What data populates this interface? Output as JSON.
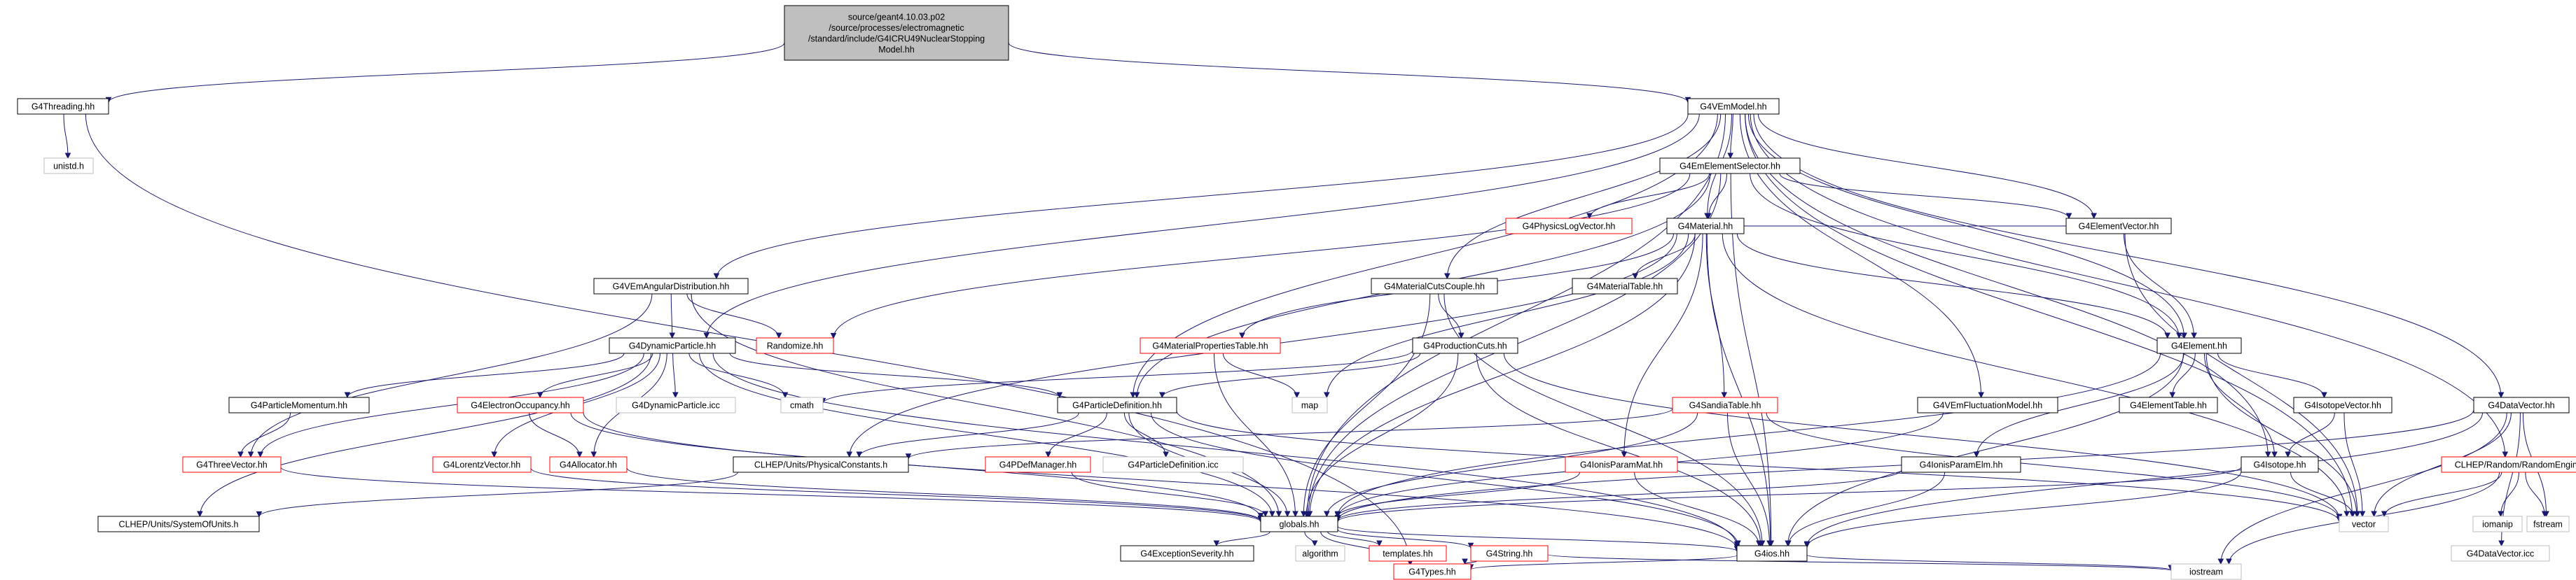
{
  "nodes": {
    "model": {
      "lines": [
        "source/geant4.10.03.p02",
        "/source/processes/electromagnetic",
        "/standard/include/G4ICRU49NuclearStopping",
        "Model.hh"
      ],
      "style": "focus"
    },
    "threading": {
      "lines": [
        "G4Threading.hh"
      ],
      "style": "black"
    },
    "unistd": {
      "lines": [
        "unistd.h"
      ],
      "style": "gray"
    },
    "vemmodel": {
      "lines": [
        "G4VEmModel.hh"
      ],
      "style": "black"
    },
    "emelemsel": {
      "lines": [
        "G4EmElementSelector.hh"
      ],
      "style": "black"
    },
    "physlog": {
      "lines": [
        "G4PhysicsLogVector.hh"
      ],
      "style": "red"
    },
    "material": {
      "lines": [
        "G4Material.hh"
      ],
      "style": "black"
    },
    "angdist": {
      "lines": [
        "G4VEmAngularDistribution.hh"
      ],
      "style": "black"
    },
    "randomize": {
      "lines": [
        "Randomize.hh"
      ],
      "style": "red"
    },
    "matcuts": {
      "lines": [
        "G4MaterialCutsCouple.hh"
      ],
      "style": "black"
    },
    "mattable": {
      "lines": [
        "G4MaterialTable.hh"
      ],
      "style": "black"
    },
    "elemvec": {
      "lines": [
        "G4ElementVector.hh"
      ],
      "style": "black"
    },
    "dynpart": {
      "lines": [
        "G4DynamicParticle.hh"
      ],
      "style": "black"
    },
    "matprop": {
      "lines": [
        "G4MaterialPropertiesTable.hh"
      ],
      "style": "red"
    },
    "prodcuts": {
      "lines": [
        "G4ProductionCuts.hh"
      ],
      "style": "black"
    },
    "element": {
      "lines": [
        "G4Element.hh"
      ],
      "style": "black"
    },
    "partmom": {
      "lines": [
        "G4ParticleMomentum.hh"
      ],
      "style": "black"
    },
    "elocc": {
      "lines": [
        "G4ElectronOccupancy.hh"
      ],
      "style": "red"
    },
    "dynicc": {
      "lines": [
        "G4DynamicParticle.icc"
      ],
      "style": "gray"
    },
    "cmath": {
      "lines": [
        "cmath"
      ],
      "style": "gray"
    },
    "map": {
      "lines": [
        "map"
      ],
      "style": "gray"
    },
    "partdef": {
      "lines": [
        "G4ParticleDefinition.hh"
      ],
      "style": "black"
    },
    "sandia": {
      "lines": [
        "G4SandiaTable.hh"
      ],
      "style": "red"
    },
    "fluct": {
      "lines": [
        "G4VEmFluctuationModel.hh"
      ],
      "style": "black"
    },
    "elemtable": {
      "lines": [
        "G4ElementTable.hh"
      ],
      "style": "black"
    },
    "isovec": {
      "lines": [
        "G4IsotopeVector.hh"
      ],
      "style": "black"
    },
    "threevec": {
      "lines": [
        "G4ThreeVector.hh"
      ],
      "style": "red"
    },
    "lorentz": {
      "lines": [
        "G4LorentzVector.hh"
      ],
      "style": "red"
    },
    "allocator": {
      "lines": [
        "G4Allocator.hh"
      ],
      "style": "red"
    },
    "physconst": {
      "lines": [
        "CLHEP/Units/PhysicalConstants.h"
      ],
      "style": "black"
    },
    "pdgmgr": {
      "lines": [
        "G4PDefManager.hh"
      ],
      "style": "red"
    },
    "partdeficc": {
      "lines": [
        "G4ParticleDefinition.icc"
      ],
      "style": "gray"
    },
    "ionparam": {
      "lines": [
        "G4IonisParamMat.hh"
      ],
      "style": "red"
    },
    "ionelm": {
      "lines": [
        "G4IonisParamElm.hh"
      ],
      "style": "black"
    },
    "isotope": {
      "lines": [
        "G4Isotope.hh"
      ],
      "style": "black"
    },
    "randeng": {
      "lines": [
        "CLHEP/Random/RandomEngine.h"
      ],
      "style": "red"
    },
    "datavec": {
      "lines": [
        "G4DataVector.hh"
      ],
      "style": "black"
    },
    "sysunits": {
      "lines": [
        "CLHEP/Units/SystemOfUnits.h"
      ],
      "style": "black"
    },
    "globals": {
      "lines": [
        "globals.hh"
      ],
      "style": "black"
    },
    "vector": {
      "lines": [
        "vector"
      ],
      "style": "gray"
    },
    "iomanip": {
      "lines": [
        "iomanip"
      ],
      "style": "gray"
    },
    "fstream": {
      "lines": [
        "fstream"
      ],
      "style": "gray"
    },
    "datavecicc": {
      "lines": [
        "G4DataVector.icc"
      ],
      "style": "gray"
    },
    "exsev": {
      "lines": [
        "G4ExceptionSeverity.hh"
      ],
      "style": "black"
    },
    "algorithm": {
      "lines": [
        "algorithm"
      ],
      "style": "gray"
    },
    "templates": {
      "lines": [
        "templates.hh"
      ],
      "style": "red"
    },
    "g4string": {
      "lines": [
        "G4String.hh"
      ],
      "style": "red"
    },
    "g4ios": {
      "lines": [
        "G4ios.hh"
      ],
      "style": "black"
    },
    "g4types": {
      "lines": [
        "G4Types.hh"
      ],
      "style": "red"
    },
    "iostream": {
      "lines": [
        "iostream"
      ],
      "style": "gray"
    }
  }
}
